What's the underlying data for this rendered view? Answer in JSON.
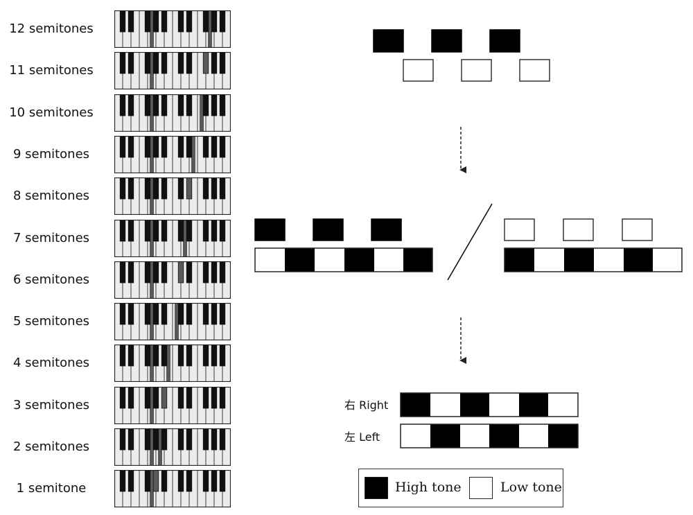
{
  "keyboard_rows": [
    {
      "label": "12 semitones",
      "shift": 12
    },
    {
      "label": "11 semitones",
      "shift": 11
    },
    {
      "label": "10 semitones",
      "shift": 10
    },
    {
      "label": "9 semitones",
      "shift": 9
    },
    {
      "label": "8 semitones",
      "shift": 8
    },
    {
      "label": "7 semitones",
      "shift": 7
    },
    {
      "label": "6 semitones",
      "shift": 6
    },
    {
      "label": "5 semitones",
      "shift": 5
    },
    {
      "label": "4 semitones",
      "shift": 4
    },
    {
      "label": "3 semitones",
      "shift": 3
    },
    {
      "label": "2 semitones",
      "shift": 2
    },
    {
      "label": "1 semitone",
      "shift": 1
    }
  ],
  "ears": {
    "right_label": "右 Right",
    "left_label": "左 Left"
  },
  "legend": {
    "high_label": "High tone",
    "low_label": "Low tone"
  },
  "colors": {
    "high": "#000000",
    "low": "#ffffff",
    "highlight_key": "#5a5a5a",
    "white_key": "#ececec"
  }
}
